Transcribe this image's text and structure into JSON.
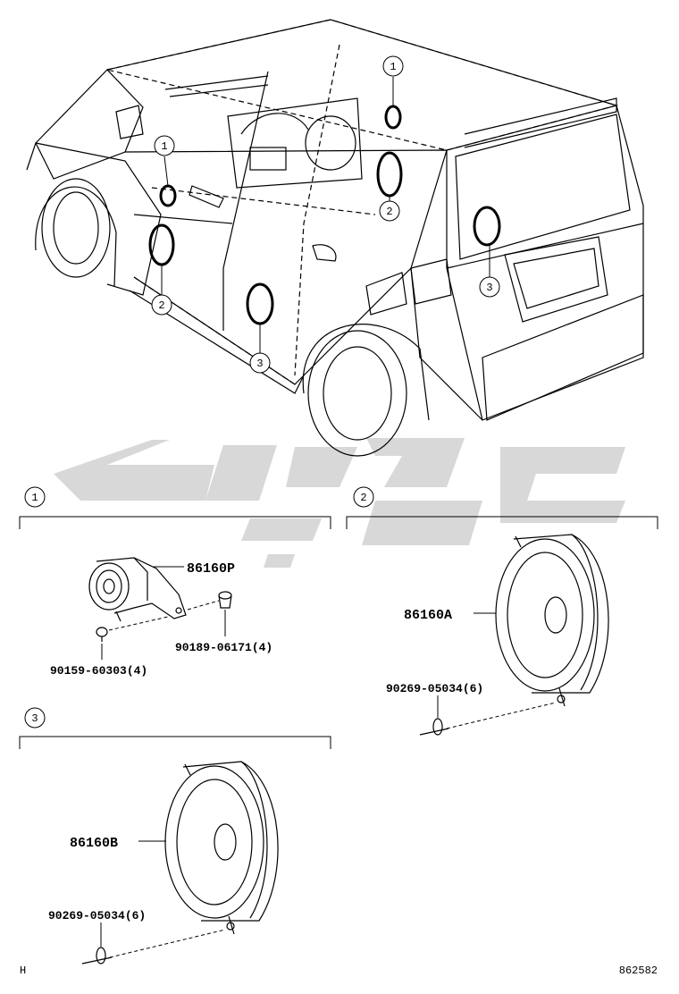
{
  "callouts": {
    "one": "1",
    "two": "2",
    "three": "3"
  },
  "section_1": {
    "index": "1",
    "main_part": "86160P",
    "part_a": "90189-06171(4)",
    "part_b": "90159-60303(4)"
  },
  "section_2": {
    "index": "2",
    "main_part": "86160A",
    "part_a": "90269-05034(6)"
  },
  "section_3": {
    "index": "3",
    "main_part": "86160B",
    "part_a": "90269-05034(6)"
  },
  "footer": {
    "left_mark": "H",
    "drawing_no": "862582"
  },
  "watermark_color": "#d8d8d8"
}
